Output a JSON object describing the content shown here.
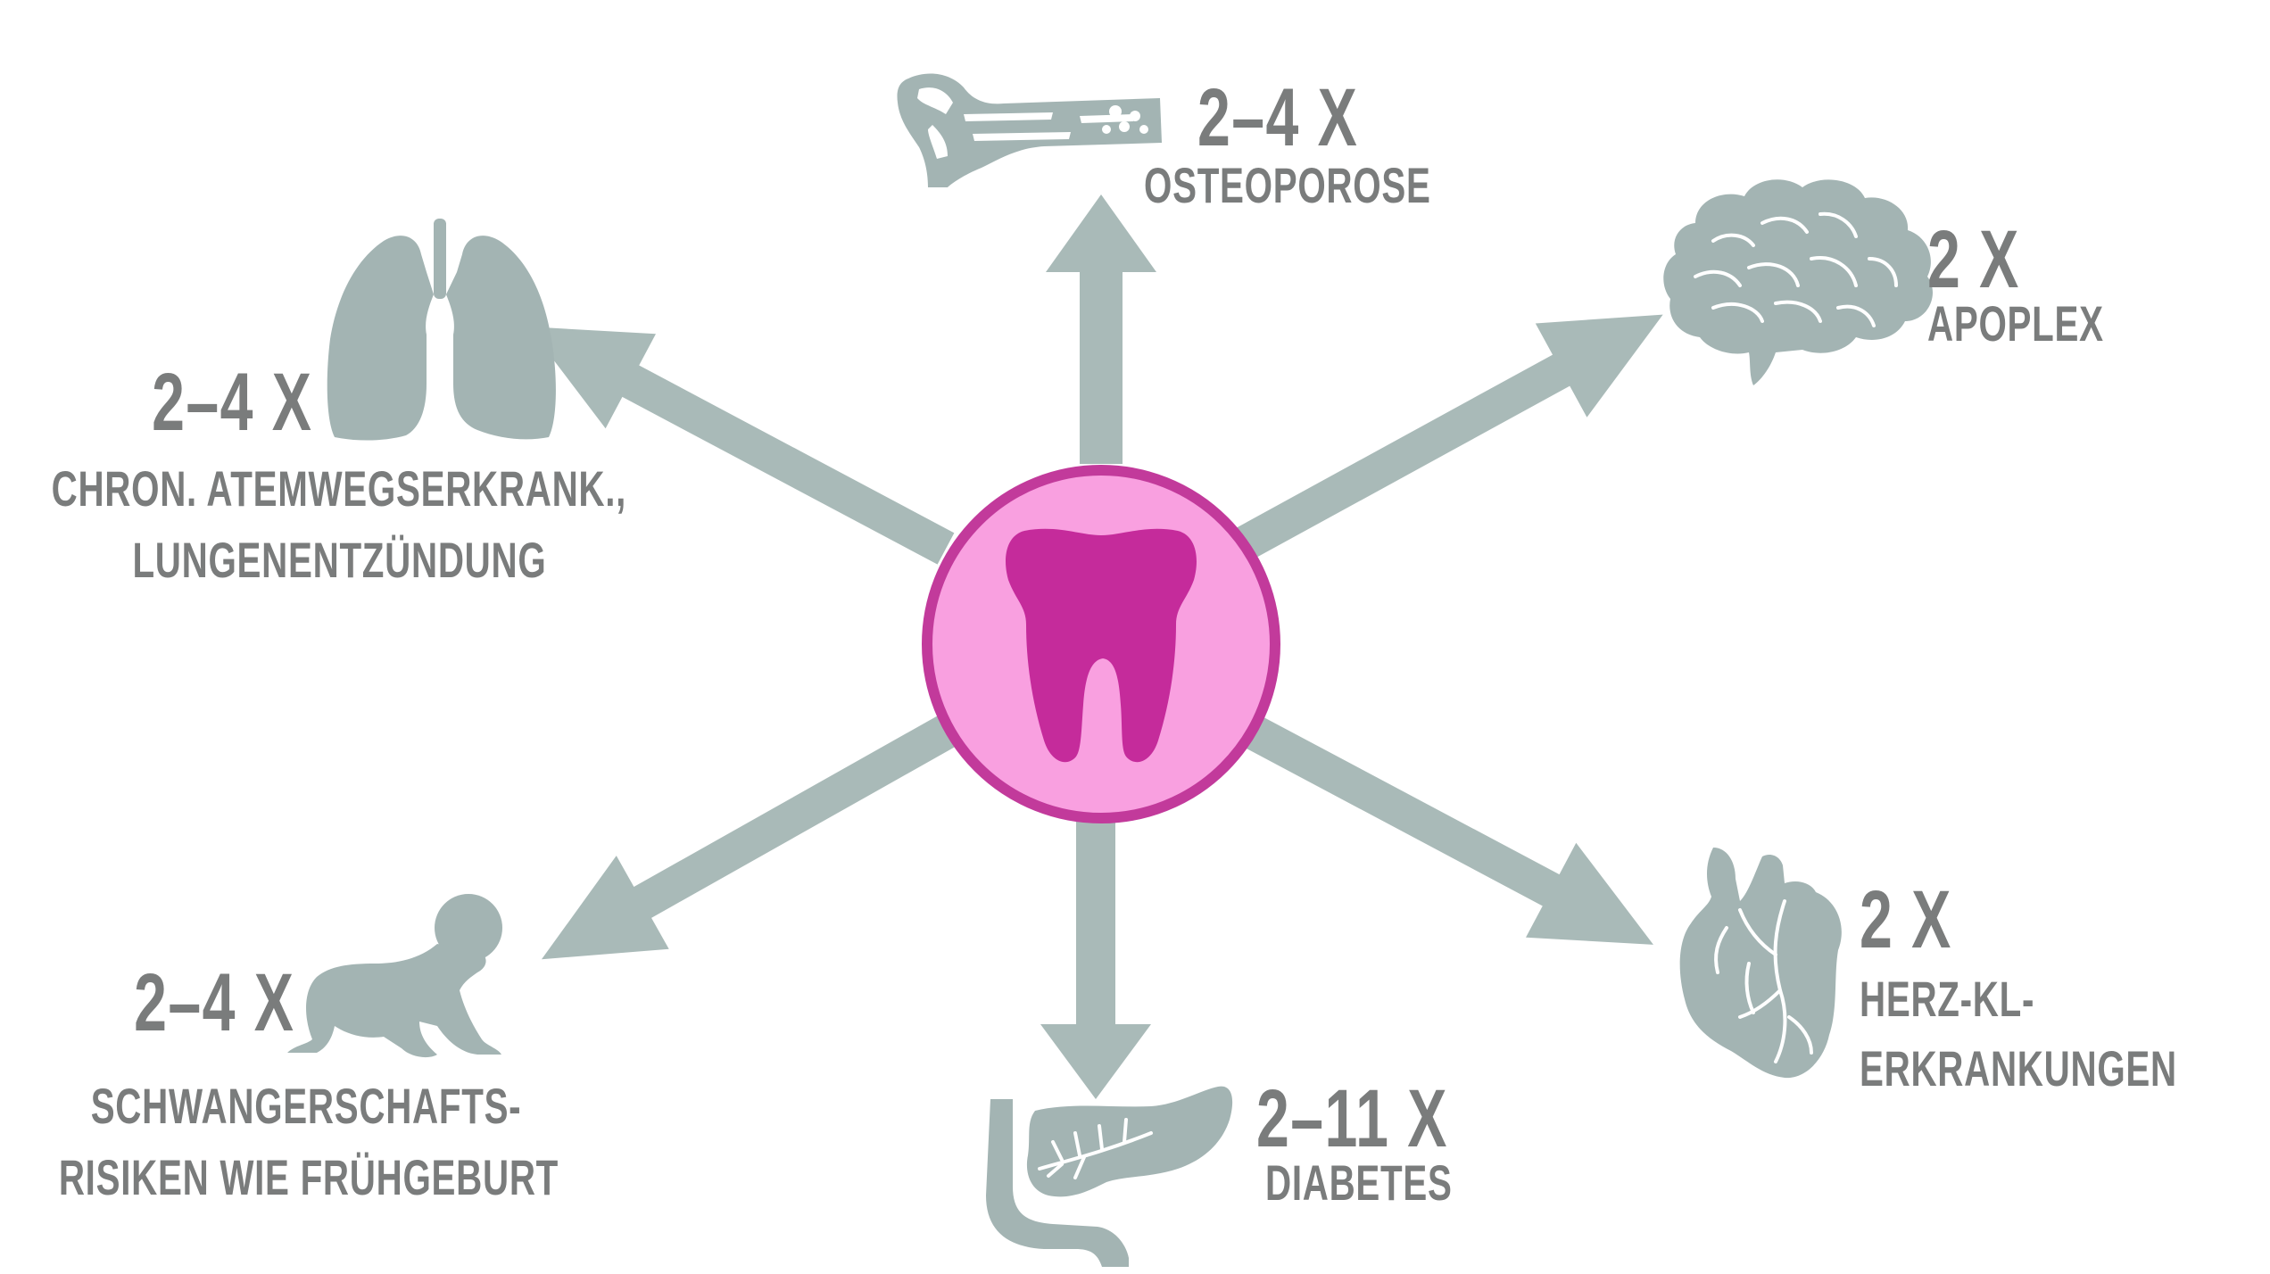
{
  "colors": {
    "arrow": "#a9bab8",
    "organ": "#a3b4b3",
    "center_fill": "#f9a0e0",
    "center_ring": "#c23a9b",
    "tooth": "#c52b9b",
    "text": "#7a7c7c"
  },
  "center": {
    "icon": "tooth-icon"
  },
  "risks": [
    {
      "id": "osteoporose",
      "icon": "bone-icon",
      "multiplier": "2–4 X",
      "lines": [
        "OSTEOPOROSE"
      ]
    },
    {
      "id": "apoplex",
      "icon": "brain-icon",
      "multiplier": "2 X",
      "lines": [
        "APOPLEX"
      ]
    },
    {
      "id": "herz",
      "icon": "heart-icon",
      "multiplier": "2 X",
      "lines": [
        "HERZ-KL-",
        "ERKRANKUNGEN"
      ]
    },
    {
      "id": "diabetes",
      "icon": "pancreas-icon",
      "multiplier": "2–11 X",
      "lines": [
        "DIABETES"
      ]
    },
    {
      "id": "schwangerschaft",
      "icon": "baby-icon",
      "multiplier": "2–4 X",
      "lines": [
        "SCHWANGERSCHAFTS-",
        "RISIKEN WIE FRÜHGEBURT"
      ]
    },
    {
      "id": "atemwege",
      "icon": "lungs-icon",
      "multiplier": "2–4 X",
      "lines": [
        "CHRON. ATEMWEGSERKRANK.,",
        "LUNGENENTZÜNDUNG"
      ]
    }
  ]
}
